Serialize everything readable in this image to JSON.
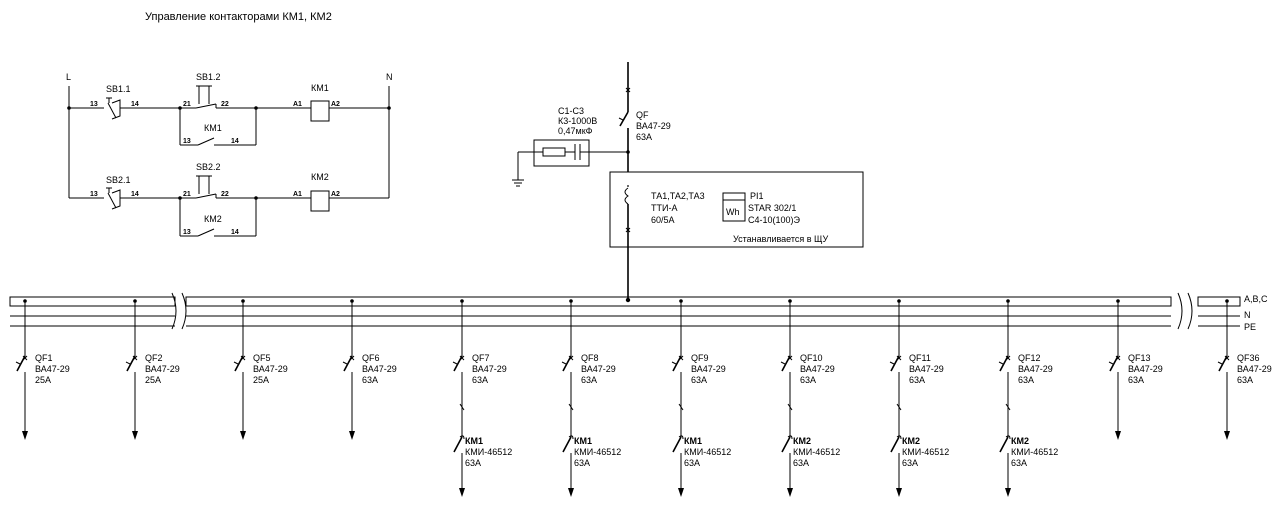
{
  "title": "Управление контакторами КМ1, КМ2",
  "control": {
    "phase_label": "L",
    "neutral_label": "N",
    "rows": [
      {
        "sb1_label": "SB1.1",
        "sb1_t1": "13",
        "sb1_t2": "14",
        "sb2_label": "SB1.2",
        "sb2_t1": "21",
        "sb2_t2": "22",
        "aux_label": "КМ1",
        "aux_t1": "13",
        "aux_t2": "14",
        "coil_label": "КМ1",
        "coil_t1": "A1",
        "coil_t2": "A2"
      },
      {
        "sb1_label": "SB2.1",
        "sb1_t1": "13",
        "sb1_t2": "14",
        "sb2_label": "SB2.2",
        "sb2_t1": "21",
        "sb2_t2": "22",
        "aux_label": "КМ2",
        "aux_t1": "13",
        "aux_t2": "14",
        "coil_label": "КМ2",
        "coil_t1": "A1",
        "coil_t2": "A2"
      }
    ]
  },
  "capacitor": {
    "l1": "С1-С3",
    "l2": "К3-1000В",
    "l3": "0,47мкФ"
  },
  "main_breaker": {
    "name": "QF",
    "model": "ВА47-29",
    "rating": "63А"
  },
  "meter_box": {
    "ct_l1": "ТА1,ТА2,ТА3",
    "ct_l2": "ТТИ-А",
    "ct_l3": "60/5А",
    "meter_symbol": "Wh",
    "pi_l1": "PI1",
    "pi_l2": "STAR 302/1",
    "pi_l3": "С4-10(100)Э",
    "note": "Устанавливается в ЩУ"
  },
  "bus_labels": [
    "A,B,C",
    "N",
    "PE"
  ],
  "feeders": [
    {
      "qf": "QF1",
      "model": "ВА47-29",
      "rating": "25А",
      "km": "",
      "km_model": "",
      "km_rating": ""
    },
    {
      "qf": "QF2",
      "model": "ВА47-29",
      "rating": "25А",
      "km": "",
      "km_model": "",
      "km_rating": ""
    },
    {
      "qf": "QF5",
      "model": "ВА47-29",
      "rating": "25А",
      "km": "",
      "km_model": "",
      "km_rating": ""
    },
    {
      "qf": "QF6",
      "model": "ВА47-29",
      "rating": "63А",
      "km": "",
      "km_model": "",
      "km_rating": ""
    },
    {
      "qf": "QF7",
      "model": "ВА47-29",
      "rating": "63А",
      "km": "КМ1",
      "km_model": "КМИ-46512",
      "km_rating": "63А"
    },
    {
      "qf": "QF8",
      "model": "ВА47-29",
      "rating": "63А",
      "km": "КМ1",
      "km_model": "КМИ-46512",
      "km_rating": "63А"
    },
    {
      "qf": "QF9",
      "model": "ВА47-29",
      "rating": "63А",
      "km": "КМ1",
      "km_model": "КМИ-46512",
      "km_rating": "63А"
    },
    {
      "qf": "QF10",
      "model": "ВА47-29",
      "rating": "63А",
      "km": "КМ2",
      "km_model": "КМИ-46512",
      "km_rating": "63А"
    },
    {
      "qf": "QF11",
      "model": "ВА47-29",
      "rating": "63А",
      "km": "КМ2",
      "km_model": "КМИ-46512",
      "km_rating": "63А"
    },
    {
      "qf": "QF12",
      "model": "ВА47-29",
      "rating": "63А",
      "km": "КМ2",
      "km_model": "КМИ-46512",
      "km_rating": "63А"
    },
    {
      "qf": "QF13",
      "model": "ВА47-29",
      "rating": "63А",
      "km": "",
      "km_model": "",
      "km_rating": ""
    },
    {
      "qf": "QF36",
      "model": "ВА47-29",
      "rating": "63А",
      "km": "",
      "km_model": "",
      "km_rating": ""
    }
  ]
}
